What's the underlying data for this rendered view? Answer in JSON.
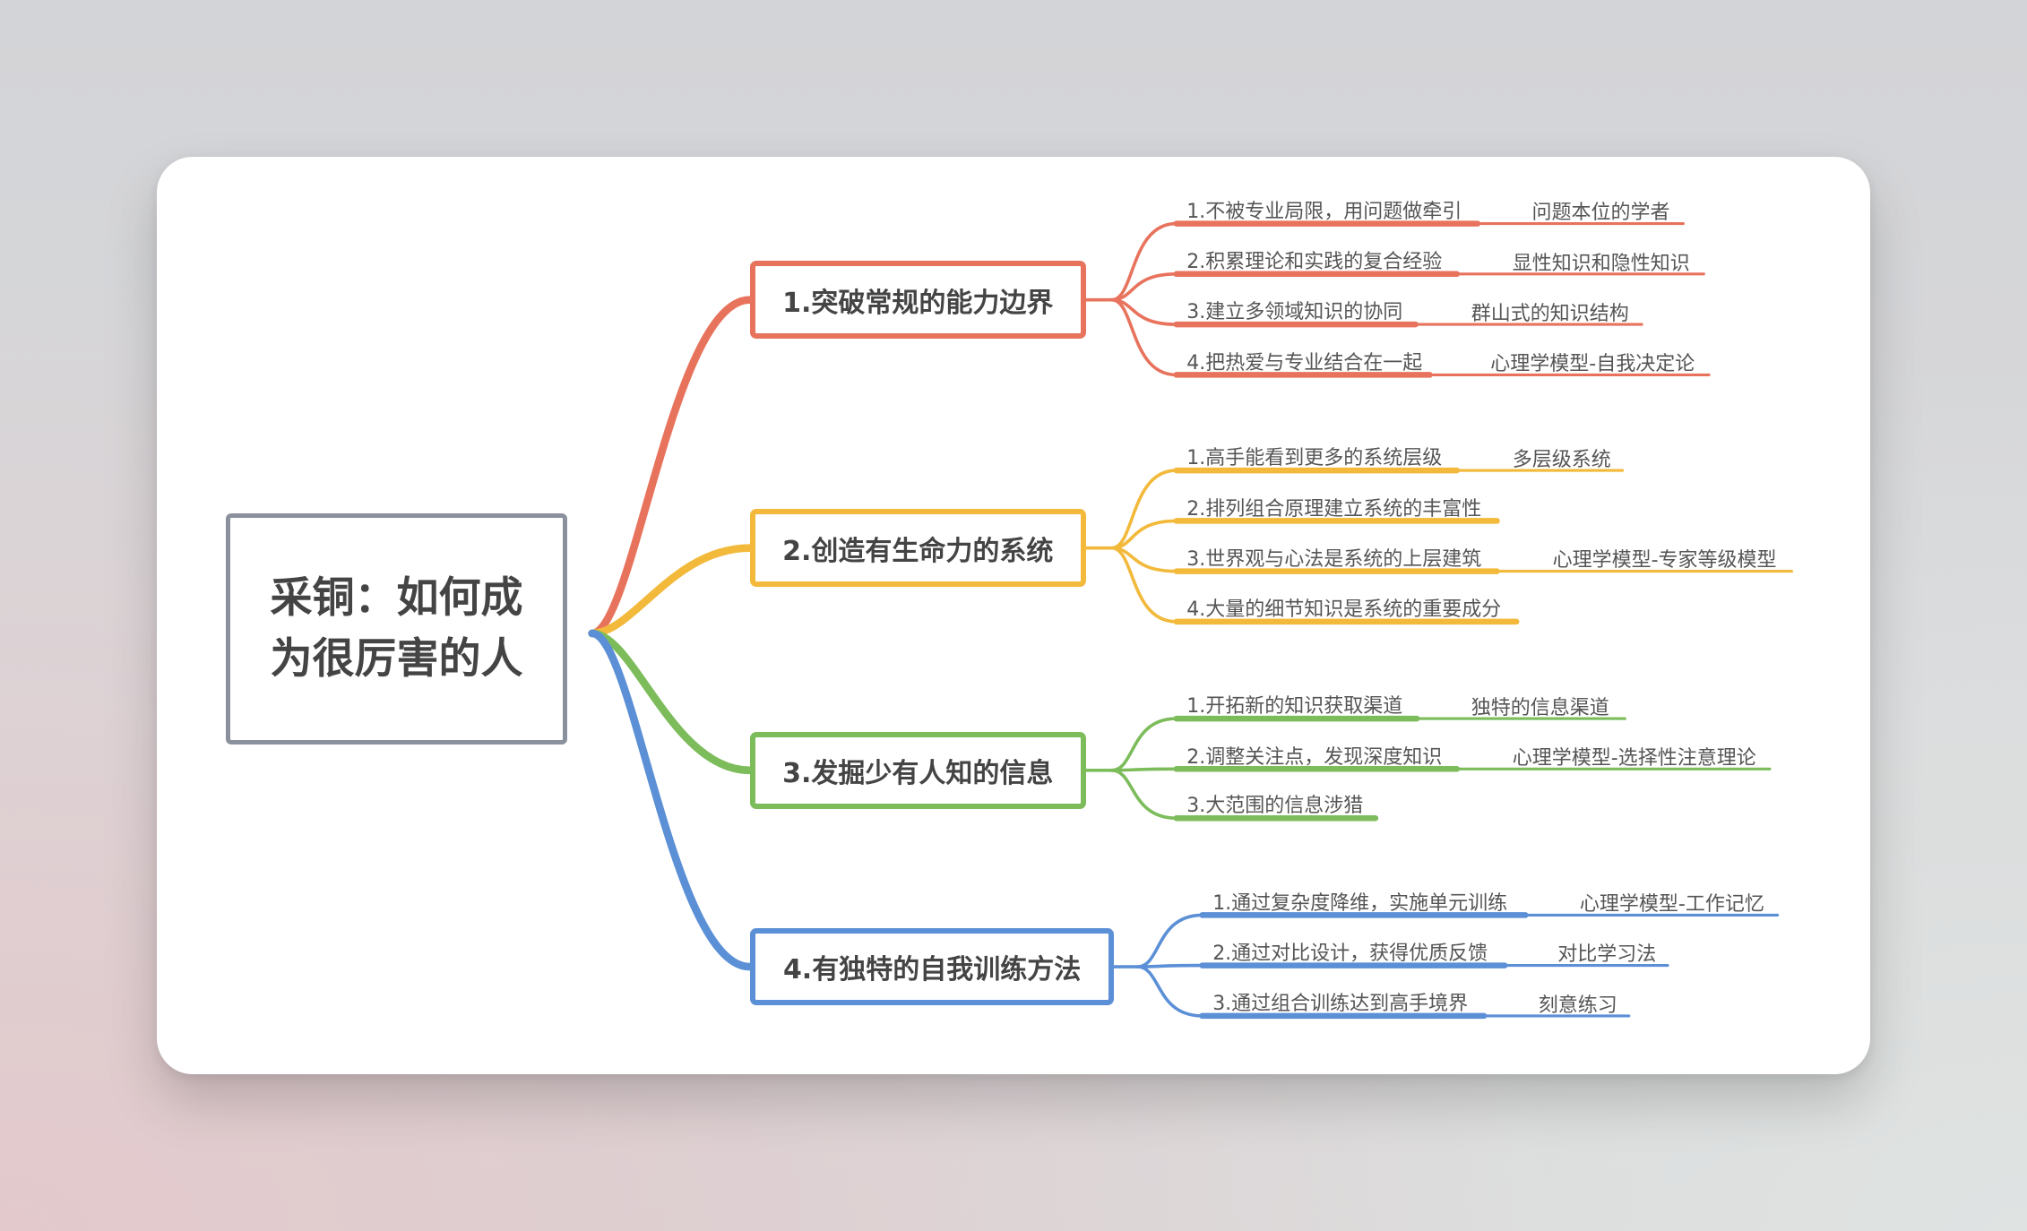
{
  "root": {
    "title": "采铜：如何成为很厉害的人",
    "color": "#8a919c"
  },
  "branches": [
    {
      "label": "1.突破常规的能力边界",
      "color": "#e8735d",
      "leaves": [
        {
          "text": "1.不被专业局限，用问题做牵引",
          "note": "问题本位的学者"
        },
        {
          "text": "2.积累理论和实践的复合经验",
          "note": "显性知识和隐性知识"
        },
        {
          "text": "3.建立多领域知识的协同",
          "note": "群山式的知识结构"
        },
        {
          "text": "4.把热爱与专业结合在一起",
          "note": "心理学模型-自我决定论"
        }
      ]
    },
    {
      "label": "2.创造有生命力的系统",
      "color": "#f2b93b",
      "leaves": [
        {
          "text": "1.高手能看到更多的系统层级",
          "note": "多层级系统"
        },
        {
          "text": "2.排列组合原理建立系统的丰富性",
          "note": null
        },
        {
          "text": "3.世界观与心法是系统的上层建筑",
          "note": "心理学模型-专家等级模型"
        },
        {
          "text": "4.大量的细节知识是系统的重要成分",
          "note": null
        }
      ]
    },
    {
      "label": "3.发掘少有人知的信息",
      "color": "#7cbc5a",
      "leaves": [
        {
          "text": "1.开拓新的知识获取渠道",
          "note": "独特的信息渠道"
        },
        {
          "text": "2.调整关注点，发现深度知识",
          "note": "心理学模型-选择性注意理论"
        },
        {
          "text": "3.大范围的信息涉猎",
          "note": null
        }
      ]
    },
    {
      "label": "4.有独特的自我训练方法",
      "color": "#5b8fd6",
      "leaves": [
        {
          "text": "1.通过复杂度降维，实施单元训练",
          "note": "心理学模型-工作记忆"
        },
        {
          "text": "2.通过对比设计，获得优质反馈",
          "note": "对比学习法"
        },
        {
          "text": "3.通过组合训练达到高手境界",
          "note": "刻意练习"
        }
      ]
    }
  ]
}
